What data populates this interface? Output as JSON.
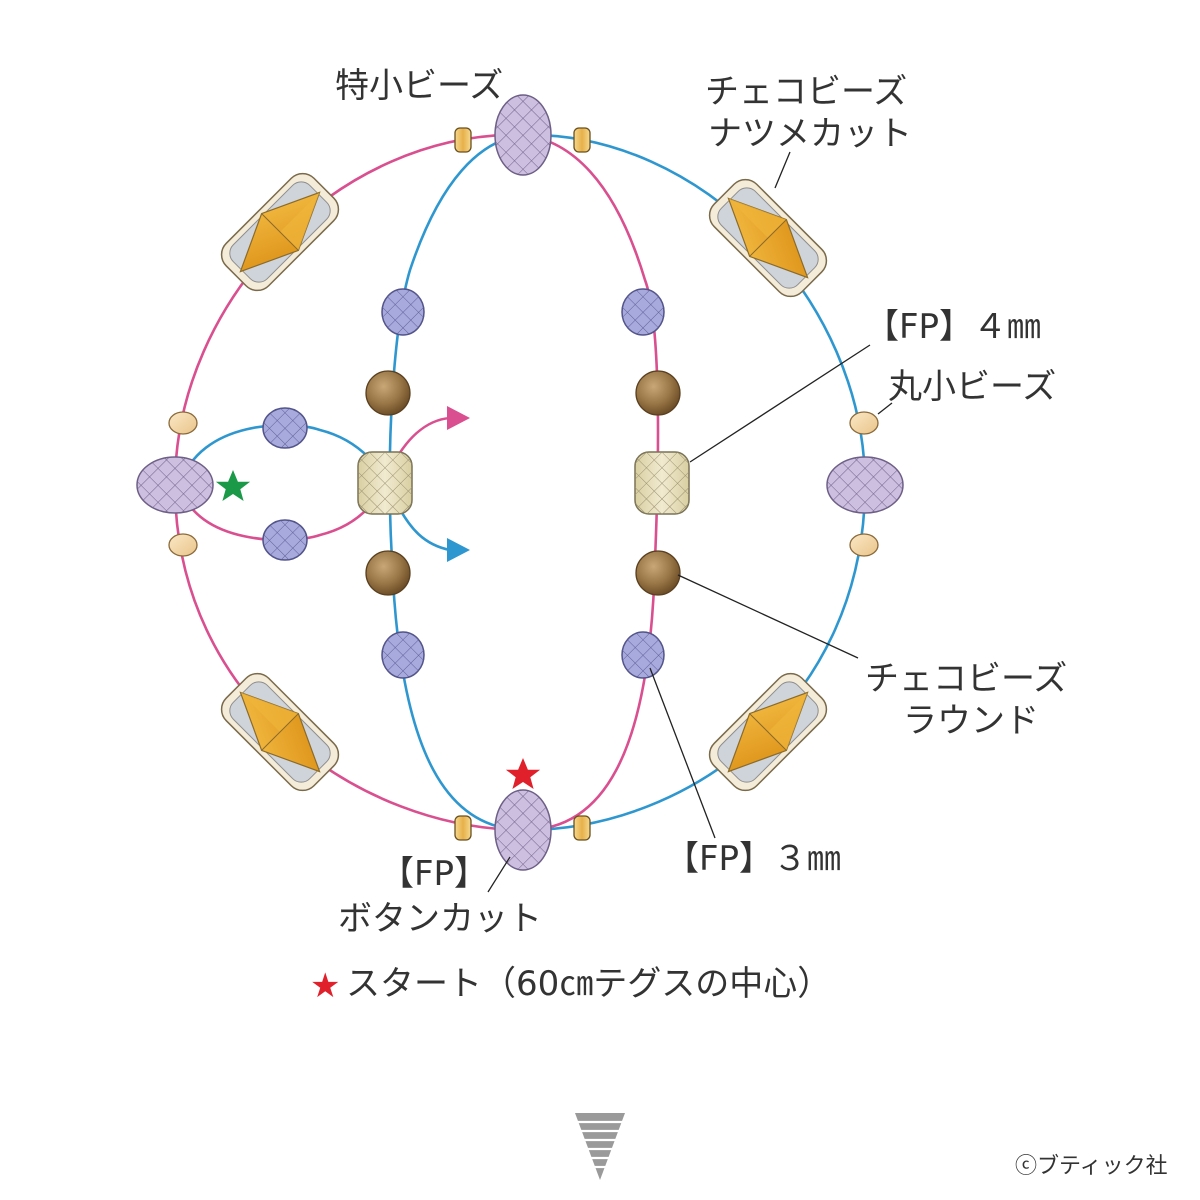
{
  "labels": {
    "seed_tiny": "特小ビーズ",
    "czech_natsume_1": "チェコビーズ",
    "czech_natsume_2": "ナツメカット",
    "fp4": "【FP】４㎜",
    "maru_small": "丸小ビーズ",
    "czech_round_1": "チェコビーズ",
    "czech_round_2": "ラウンド",
    "fp3": "【FP】３㎜",
    "fp_button_1": "【FP】",
    "fp_button_2": "ボタンカット"
  },
  "start_note": {
    "star": "★",
    "text": "スタート（60㎝テグスの中心）"
  },
  "copyright": "ⓒブティック社",
  "colors": {
    "pink_line": "#d94f8f",
    "blue_line": "#2f97cf",
    "red_star": "#e0202a",
    "green_star": "#1a9a48",
    "amber_bead": "#e8a21a",
    "lavender_bead": "#c9b9dc",
    "periwinkle_bead": "#a9a9dc",
    "bronze_bead": "#8a6a3e",
    "cream_bead": "#e6ddb8",
    "seed_bead": "#e9b04a"
  },
  "icons": [
    "star-icon",
    "arrow-icon",
    "scroll-indicator-icon"
  ]
}
